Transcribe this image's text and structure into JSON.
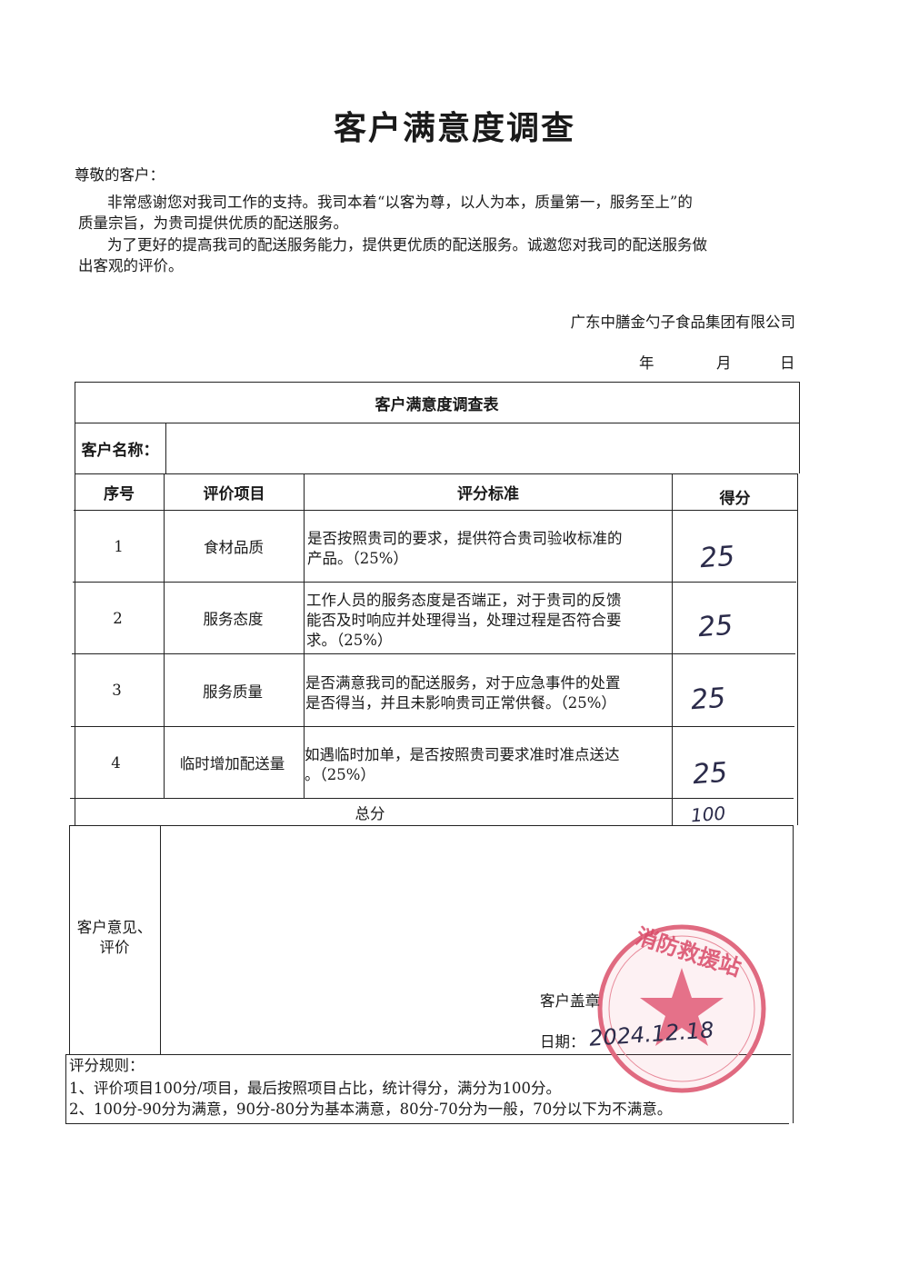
{
  "document": {
    "title": "客户满意度调查",
    "greeting": "尊敬的客户：",
    "para1_line1": "非常感谢您对我司工作的支持。我司本着“以客为尊，以人为本，质量第一，服务至上”的",
    "para1_line2": "质量宗旨，为贵司提供优质的配送服务。",
    "para2_line1": "为了更好的提高我司的配送服务能力，提供更优质的配送服务。诚邀您对我司的配送服务做",
    "para2_line2": "出客观的评价。",
    "company": "广东中膳金勺子食品集团有限公司",
    "date_year": "年",
    "date_month": "月",
    "date_day": "日"
  },
  "table": {
    "title": "客户满意度调查表",
    "customer_name_label": "客户名称：",
    "headers": {
      "no": "序号",
      "item": "评价项目",
      "criteria": "评分标准",
      "score": "得分"
    },
    "rows": [
      {
        "no": "1",
        "item": "食材品质",
        "criteria": [
          "是否按照贵司的要求，提供符合贵司验收标准的",
          "产品。（25%）"
        ],
        "score": "25"
      },
      {
        "no": "2",
        "item": "服务态度",
        "criteria": [
          "工作人员的服务态度是否端正，对于贵司的反馈",
          "能否及时响应并处理得当，处理过程是否符合要",
          "求。（25%）"
        ],
        "score": "25"
      },
      {
        "no": "3",
        "item": "服务质量",
        "criteria": [
          "是否满意我司的配送服务，对于应急事件的处置",
          "是否得当，并且未影响贵司正常供餐。（25%）"
        ],
        "score": "25"
      },
      {
        "no": "4",
        "item": "临时增加配送量",
        "criteria": [
          "如遇临时加单，是否按照贵司要求准时准点送达",
          "。（25%）"
        ],
        "score": "25"
      }
    ],
    "total_label": "总分",
    "total_value": "100",
    "opinion_label_1": "客户意见、",
    "opinion_label_2": "评价",
    "seal_label": "客户盖章",
    "date_label": "日期：",
    "date_value": "2024.12.18",
    "stamp_text": "消防救援站",
    "rules_title": "评分规则：",
    "rule1": "1、评价项目100分/项目，最后按照项目占比，统计得分，满分为100分。",
    "rule2": "2、100分-90分为满意，90分-80分为基本满意，80分-70分为一般，70分以下为不满意。"
  }
}
